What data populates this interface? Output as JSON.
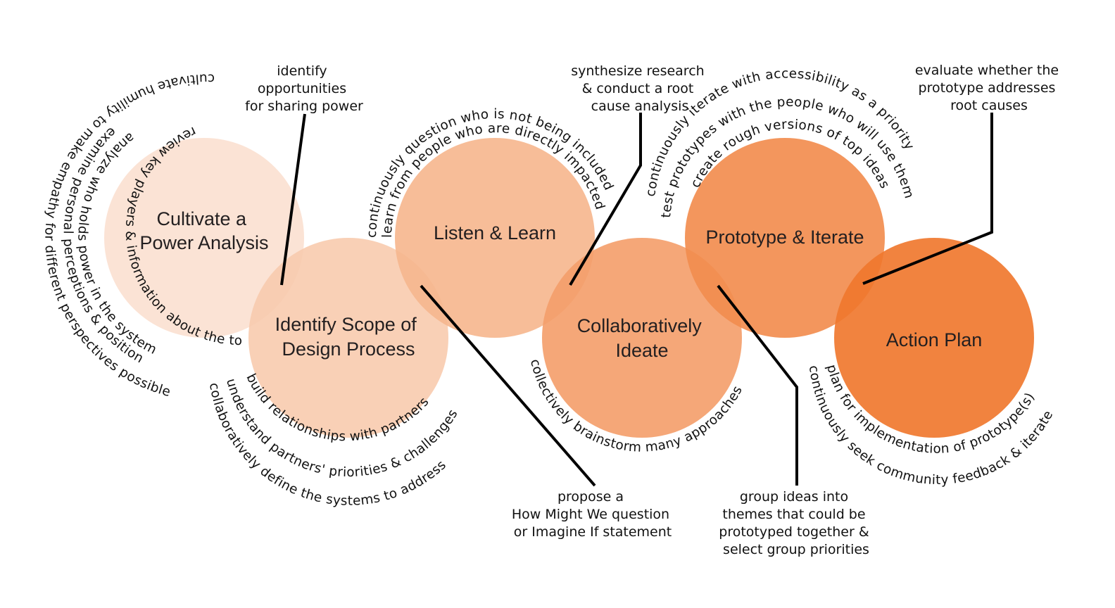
{
  "stages": [
    {
      "id": "power",
      "lines": [
        "Cultivate a",
        "Power Analysis"
      ],
      "color": "#fbe1d1"
    },
    {
      "id": "scope",
      "lines": [
        "Identify Scope of",
        "Design Process"
      ],
      "color": "#f9ccb0"
    },
    {
      "id": "listen",
      "lines": [
        "Listen & Learn"
      ],
      "color": "#f6b78f"
    },
    {
      "id": "ideate",
      "lines": [
        "Collaboratively",
        "Ideate"
      ],
      "color": "#f4a06d"
    },
    {
      "id": "prototype",
      "lines": [
        "Prototype & Iterate"
      ],
      "color": "#f28d4f"
    },
    {
      "id": "action",
      "lines": [
        "Action Plan"
      ],
      "color": "#f0782f"
    }
  ],
  "arc_labels": {
    "power": [
      "cultivate humility to make empathy for different perspectives possible",
      "examine personal perceptions & position",
      "analyze who holds power in the system",
      "review key players & information about the topic"
    ],
    "scope": [
      "build relationships with partners",
      "understand partners' priorities & challenges",
      "collaboratively define the systems to address"
    ],
    "listen": [
      "continuously question who is not being included",
      "learn from people who are directly impacted"
    ],
    "ideate": [
      "collectively brainstorm many approaches"
    ],
    "prototype": [
      "continuously iterate with accessibility as a priority",
      "test prototypes with the people who will use them",
      "create rough versions of top ideas"
    ],
    "action": [
      "plan for implementation of prototype(s)",
      "continuously seek community feedback & iterate"
    ]
  },
  "callouts": {
    "sharing_power": [
      "identify",
      "opportunities",
      "for sharing power"
    ],
    "synthesize": [
      "synthesize research",
      "& conduct a root",
      "cause analysis"
    ],
    "evaluate": [
      "evaluate whether the",
      "prototype addresses",
      "root causes"
    ],
    "propose": [
      "propose a",
      "How Might We question",
      "or Imagine If statement"
    ],
    "group_ideas": [
      "group ideas into",
      "themes that could be",
      "prototyped together &",
      "select group priorities"
    ]
  },
  "colors": {
    "text": "#231f20",
    "leader_line": "#000000"
  }
}
